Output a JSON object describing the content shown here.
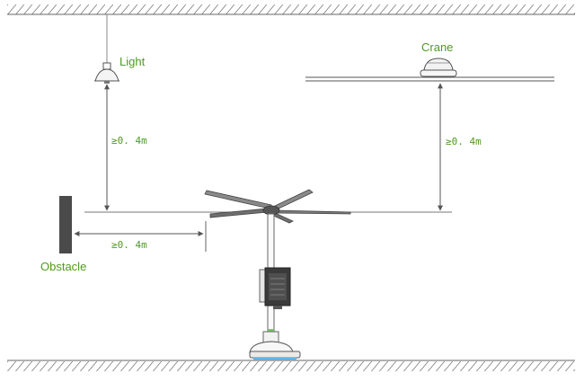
{
  "labels": {
    "light": "Light",
    "crane": "Crane",
    "obstacle": "Obstacle"
  },
  "dimensions": {
    "light_clearance": "≥0. 4m",
    "crane_clearance": "≥0. 4m",
    "obstacle_clearance": "≥0. 4m"
  },
  "colors": {
    "label_green": "#4f9a1e",
    "line_gray": "#666666",
    "obstacle_fill": "#4a4a4a"
  }
}
